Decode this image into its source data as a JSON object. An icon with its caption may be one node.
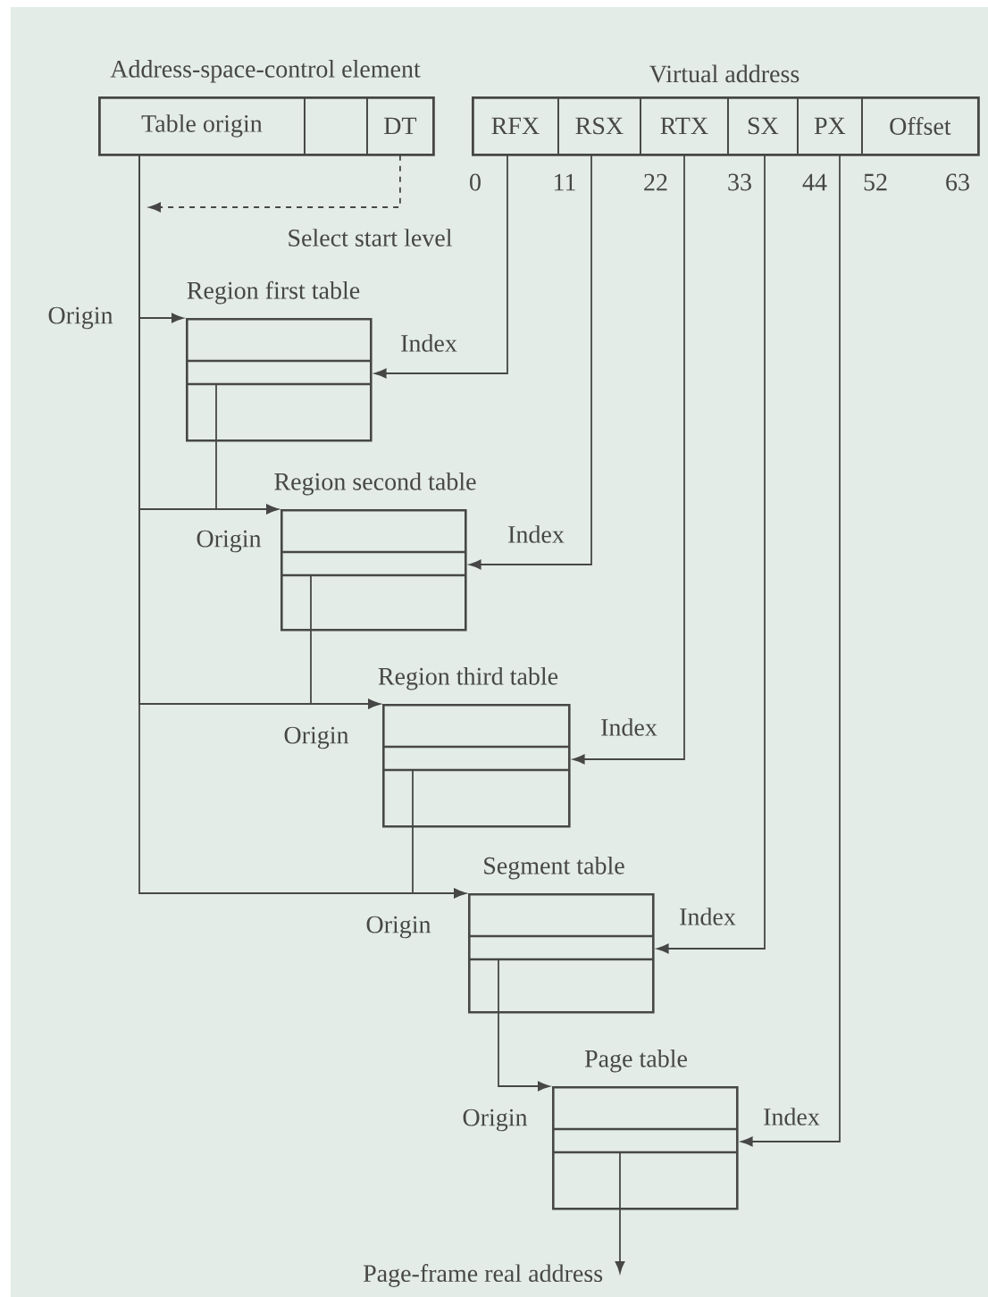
{
  "diagram": {
    "nodes": [
      {
        "text": [
          "Address-space-control element"
        ]
      },
      {
        "text": [
          "Table origin"
        ],
        "in": 0
      },
      {
        "text": [],
        "shape": "box",
        "in": 0
      },
      {
        "text": [
          "DT"
        ],
        "in": 0
      },
      {
        "text": [
          "Virtual address"
        ]
      },
      {
        "text": [
          "RFX"
        ],
        "in": 4
      },
      {
        "text": [
          "RSX"
        ],
        "in": 4
      },
      {
        "text": [
          "RTX"
        ],
        "in": 4
      },
      {
        "text": [
          "SX"
        ],
        "in": 4
      },
      {
        "text": [
          "PX"
        ],
        "in": 4
      },
      {
        "text": [
          "Offset"
        ],
        "in": 4
      },
      {
        "text": [
          "Region first table"
        ]
      },
      {
        "text": [
          "Region second table"
        ]
      },
      {
        "text": [
          "Region third table"
        ]
      },
      {
        "text": [
          "Segment table"
        ]
      },
      {
        "text": [
          "Page table"
        ]
      },
      {
        "text": [
          "Page-frame real address"
        ]
      }
    ],
    "edges": [
      {
        "from": 3,
        "to": null,
        "arrow": "to",
        "style": "dashed",
        "label": "Select start level"
      },
      {
        "from": 1,
        "to": 11,
        "arrow": "to"
      },
      {
        "from": 1,
        "to": 12,
        "arrow": "to"
      },
      {
        "from": 1,
        "to": 13,
        "arrow": "to"
      },
      {
        "from": 1,
        "to": 14,
        "arrow": "to"
      },
      {
        "from": 11,
        "to": 12,
        "arrow": "to"
      },
      {
        "from": 12,
        "to": 13,
        "arrow": "to"
      },
      {
        "from": 13,
        "to": 14,
        "arrow": "to"
      },
      {
        "from": 14,
        "to": 15,
        "arrow": "to"
      },
      {
        "from": 5,
        "to": 11,
        "arrow": "to",
        "label": "Index"
      },
      {
        "from": 6,
        "to": 12,
        "arrow": "to",
        "label": "Index"
      },
      {
        "from": 7,
        "to": 13,
        "arrow": "to",
        "label": "Index"
      },
      {
        "from": 8,
        "to": 14,
        "arrow": "to",
        "label": "Index"
      },
      {
        "from": 9,
        "to": 15,
        "arrow": "to",
        "label": "Index"
      },
      {
        "from": 15,
        "to": 16,
        "arrow": "to"
      }
    ],
    "labels": [
      "0",
      "11",
      "22",
      "33",
      "44",
      "52",
      "63",
      "Origin",
      "Origin",
      "Origin",
      "Origin",
      "Origin"
    ]
  }
}
